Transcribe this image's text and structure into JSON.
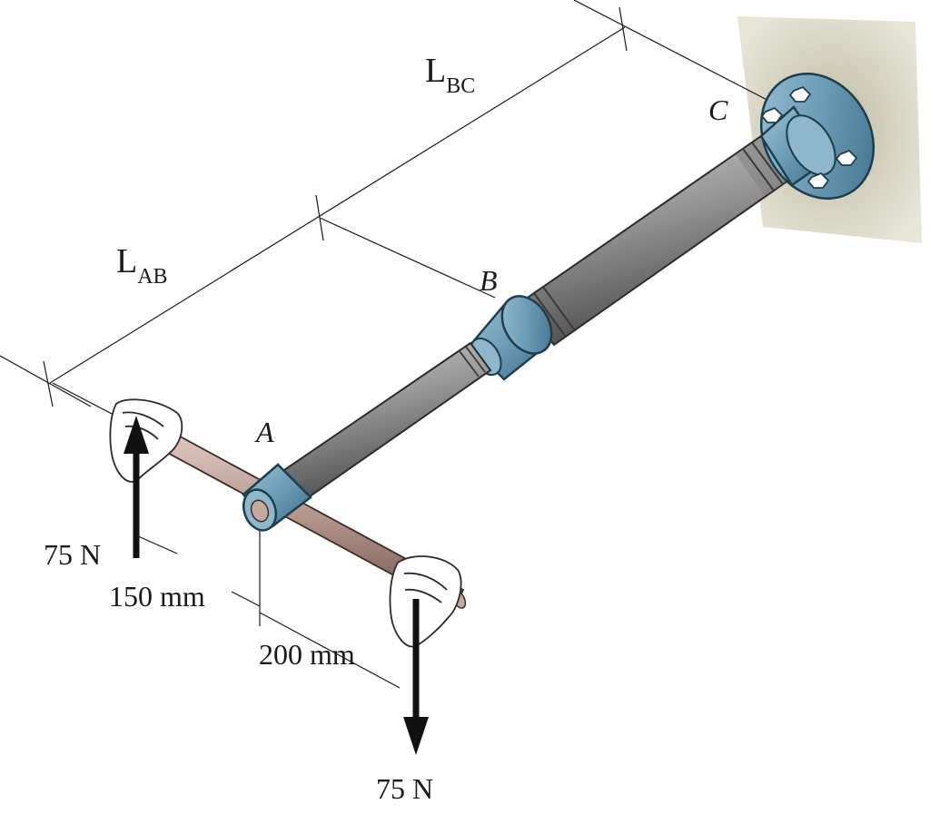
{
  "labels": {
    "L_AB_main": "L",
    "L_AB_sub": "AB",
    "L_BC_main": "L",
    "L_BC_sub": "BC",
    "point_A": "A",
    "point_B": "B",
    "point_C": "C",
    "force_left": "75 N",
    "force_right": "75 N",
    "dim_150": "150 mm",
    "dim_200": "200 mm"
  },
  "colors": {
    "fitting": "#6b9bb5",
    "fitting_dark": "#3f6f87",
    "shaft": "#9a9a9a",
    "wall_shadow": "#c9c6b2",
    "line": "#1a1a1a"
  }
}
